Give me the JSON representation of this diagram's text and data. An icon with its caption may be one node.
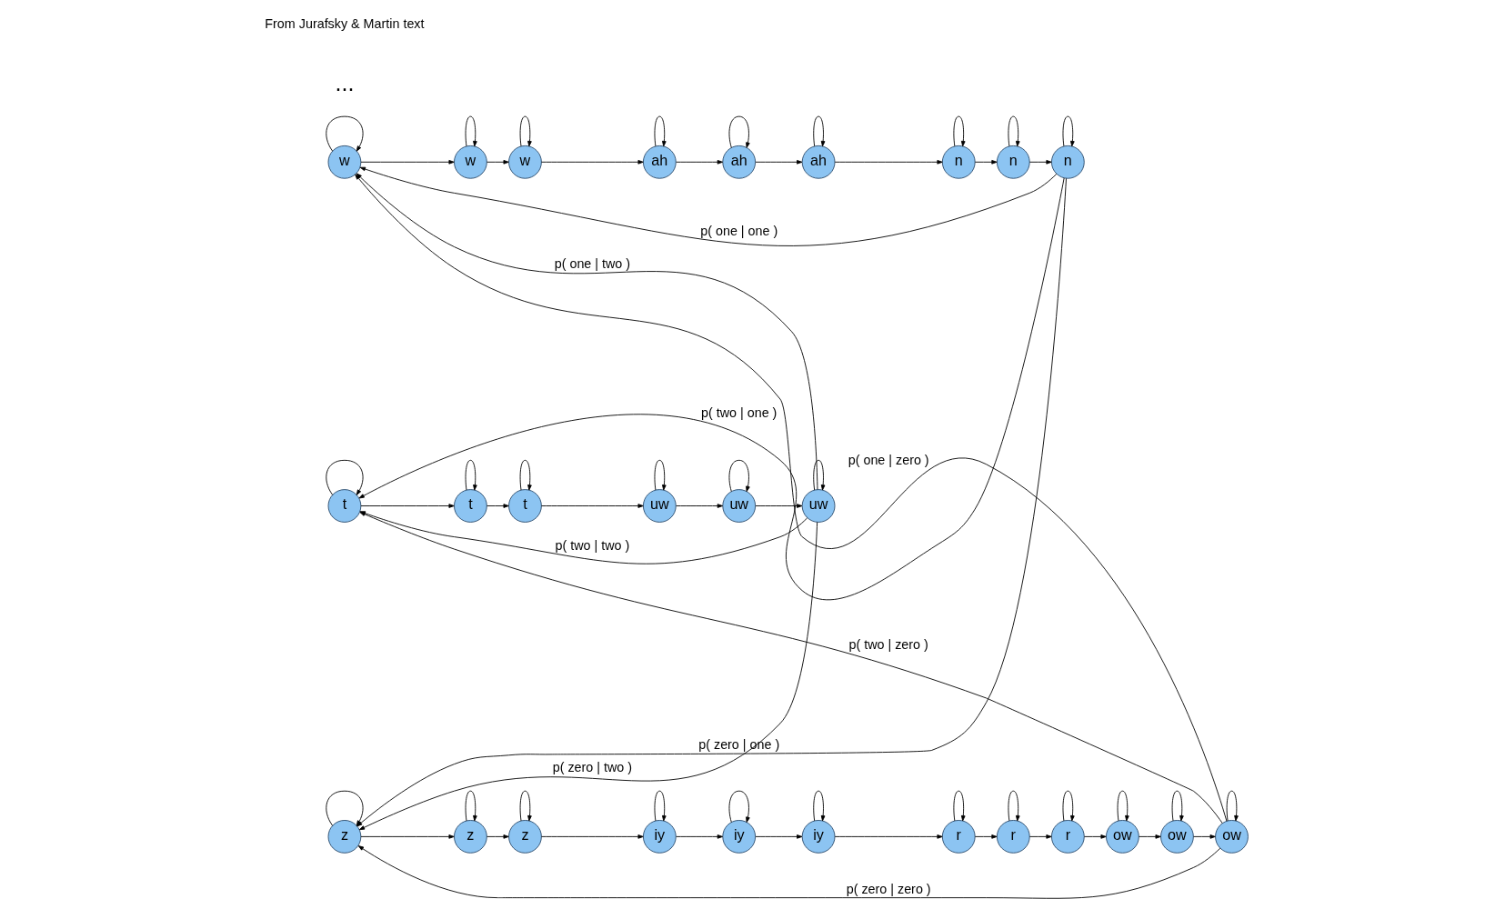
{
  "diagram": {
    "nodes": [
      {
        "text": [
          "w"
        ]
      },
      {
        "text": [
          "w"
        ]
      },
      {
        "text": [
          "w"
        ]
      },
      {
        "text": [
          "ah"
        ]
      },
      {
        "text": [
          "ah"
        ]
      },
      {
        "text": [
          "ah"
        ]
      },
      {
        "text": [
          "n"
        ]
      },
      {
        "text": [
          "n"
        ]
      },
      {
        "text": [
          "n"
        ]
      },
      {
        "text": [
          "t"
        ]
      },
      {
        "text": [
          "t"
        ]
      },
      {
        "text": [
          "t"
        ]
      },
      {
        "text": [
          "uw"
        ]
      },
      {
        "text": [
          "uw"
        ]
      },
      {
        "text": [
          "uw"
        ]
      },
      {
        "text": [
          "z"
        ]
      },
      {
        "text": [
          "z"
        ]
      },
      {
        "text": [
          "z"
        ]
      },
      {
        "text": [
          "iy"
        ]
      },
      {
        "text": [
          "iy"
        ]
      },
      {
        "text": [
          "iy"
        ]
      },
      {
        "text": [
          "r"
        ]
      },
      {
        "text": [
          "r"
        ]
      },
      {
        "text": [
          "r"
        ]
      },
      {
        "text": [
          "ow"
        ]
      },
      {
        "text": [
          "ow"
        ]
      },
      {
        "text": [
          "ow"
        ]
      }
    ],
    "edges": [
      {
        "from": 0,
        "to": 0,
        "arrow": "to"
      },
      {
        "from": 0,
        "to": 1,
        "arrow": "to"
      },
      {
        "from": 1,
        "to": 1,
        "arrow": "to"
      },
      {
        "from": 1,
        "to": 2,
        "arrow": "to"
      },
      {
        "from": 2,
        "to": 2,
        "arrow": "to"
      },
      {
        "from": 2,
        "to": 3,
        "arrow": "to"
      },
      {
        "from": 3,
        "to": 3,
        "arrow": "to"
      },
      {
        "from": 3,
        "to": 4,
        "arrow": "to"
      },
      {
        "from": 4,
        "to": 4,
        "arrow": "to"
      },
      {
        "from": 4,
        "to": 5,
        "arrow": "to"
      },
      {
        "from": 5,
        "to": 5,
        "arrow": "to"
      },
      {
        "from": 5,
        "to": 6,
        "arrow": "to"
      },
      {
        "from": 6,
        "to": 6,
        "arrow": "to"
      },
      {
        "from": 6,
        "to": 7,
        "arrow": "to"
      },
      {
        "from": 7,
        "to": 7,
        "arrow": "to"
      },
      {
        "from": 7,
        "to": 8,
        "arrow": "to"
      },
      {
        "from": 8,
        "to": 8,
        "arrow": "to"
      },
      {
        "from": 9,
        "to": 9,
        "arrow": "to"
      },
      {
        "from": 9,
        "to": 10,
        "arrow": "to"
      },
      {
        "from": 10,
        "to": 10,
        "arrow": "to"
      },
      {
        "from": 10,
        "to": 11,
        "arrow": "to"
      },
      {
        "from": 11,
        "to": 11,
        "arrow": "to"
      },
      {
        "from": 11,
        "to": 12,
        "arrow": "to"
      },
      {
        "from": 12,
        "to": 12,
        "arrow": "to"
      },
      {
        "from": 12,
        "to": 13,
        "arrow": "to"
      },
      {
        "from": 13,
        "to": 13,
        "arrow": "to"
      },
      {
        "from": 13,
        "to": 14,
        "arrow": "to"
      },
      {
        "from": 14,
        "to": 14,
        "arrow": "to"
      },
      {
        "from": 15,
        "to": 15,
        "arrow": "to"
      },
      {
        "from": 15,
        "to": 16,
        "arrow": "to"
      },
      {
        "from": 16,
        "to": 16,
        "arrow": "to"
      },
      {
        "from": 16,
        "to": 17,
        "arrow": "to"
      },
      {
        "from": 17,
        "to": 17,
        "arrow": "to"
      },
      {
        "from": 17,
        "to": 18,
        "arrow": "to"
      },
      {
        "from": 18,
        "to": 18,
        "arrow": "to"
      },
      {
        "from": 18,
        "to": 19,
        "arrow": "to"
      },
      {
        "from": 19,
        "to": 19,
        "arrow": "to"
      },
      {
        "from": 19,
        "to": 20,
        "arrow": "to"
      },
      {
        "from": 20,
        "to": 20,
        "arrow": "to"
      },
      {
        "from": 20,
        "to": 21,
        "arrow": "to"
      },
      {
        "from": 21,
        "to": 21,
        "arrow": "to"
      },
      {
        "from": 21,
        "to": 22,
        "arrow": "to"
      },
      {
        "from": 22,
        "to": 22,
        "arrow": "to"
      },
      {
        "from": 22,
        "to": 23,
        "arrow": "to"
      },
      {
        "from": 23,
        "to": 23,
        "arrow": "to"
      },
      {
        "from": 23,
        "to": 24,
        "arrow": "to"
      },
      {
        "from": 24,
        "to": 24,
        "arrow": "to"
      },
      {
        "from": 24,
        "to": 25,
        "arrow": "to"
      },
      {
        "from": 25,
        "to": 25,
        "arrow": "to"
      },
      {
        "from": 25,
        "to": 26,
        "arrow": "to"
      },
      {
        "from": 26,
        "to": 26,
        "arrow": "to"
      },
      {
        "from": 8,
        "to": 0,
        "arrow": "to",
        "label": "p( one | one )"
      },
      {
        "from": 14,
        "to": 0,
        "arrow": "to",
        "label": "p( one | two )"
      },
      {
        "from": 26,
        "to": 0,
        "arrow": "to",
        "label": "p( one | zero )"
      },
      {
        "from": 8,
        "to": 9,
        "arrow": "to",
        "label": "p( two | one )"
      },
      {
        "from": 14,
        "to": 9,
        "arrow": "to",
        "label": "p( two | two )"
      },
      {
        "from": 26,
        "to": 9,
        "arrow": "to",
        "label": "p( two | zero )"
      },
      {
        "from": 8,
        "to": 15,
        "arrow": "to",
        "label": "p( zero | one )"
      },
      {
        "from": 14,
        "to": 15,
        "arrow": "to",
        "label": "p( zero | two )"
      },
      {
        "from": 26,
        "to": 15,
        "arrow": "to",
        "label": "p( zero | zero )"
      }
    ],
    "labels": [
      "...",
      "From Jurafsky & Martin text"
    ]
  }
}
